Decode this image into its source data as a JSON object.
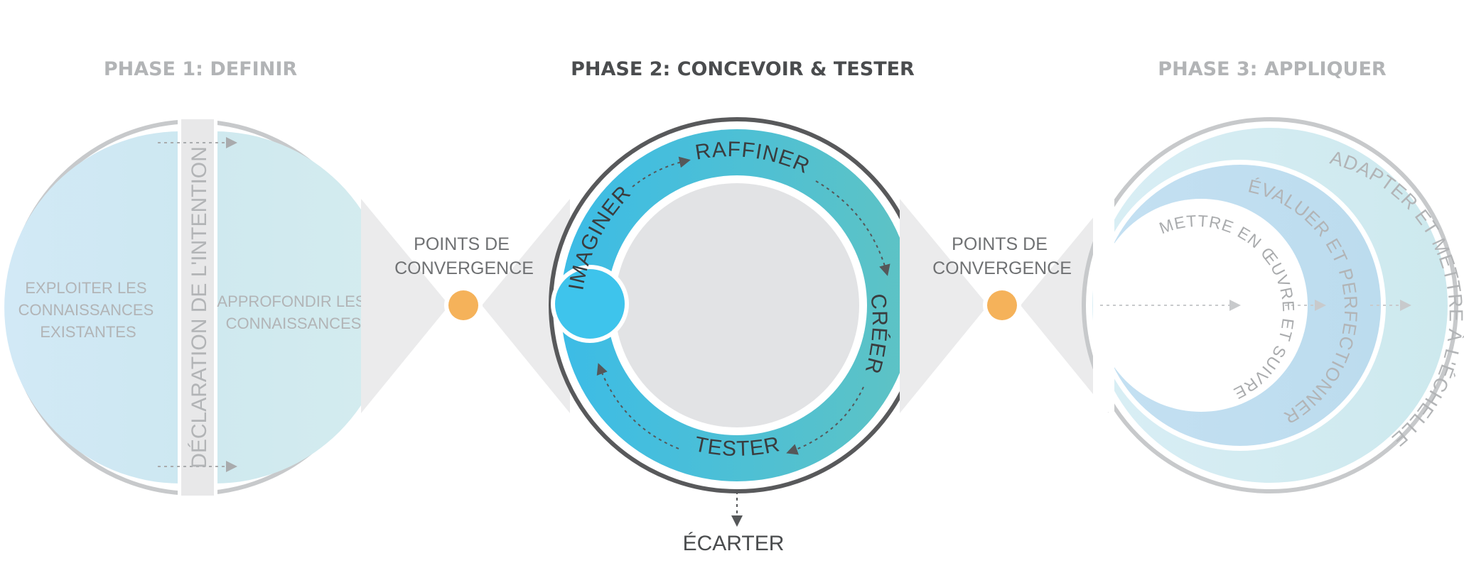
{
  "phases": [
    {
      "title": "PHASE 1: DEFINIR"
    },
    {
      "title": "PHASE 2: CONCEVOIR & TESTER"
    },
    {
      "title": "PHASE 3: APPLIQUER"
    }
  ],
  "phase1": {
    "left_text": [
      "EXPLOITER LES",
      "CONNAISSANCES",
      "EXISTANTES"
    ],
    "right_text": [
      "APPROFONDIR LES",
      "CONNAISSANCES"
    ],
    "bar_label": "DÉCLARATION DE L'INTENTION"
  },
  "convergence": [
    "POINTS DE",
    "CONVERGENCE"
  ],
  "phase2": {
    "cycle": {
      "imagine": "IMAGINER",
      "refine": "RAFFINER",
      "create": "CRÉER",
      "test": "TESTER"
    },
    "discard": "ÉCARTER"
  },
  "phase3": {
    "outer": "ADAPTER ET METTRE À L'ÉCHELLE",
    "middle": "ÉVALUER ET PERFECTIONNER",
    "inner": "METTRE EN ŒUVRE ET SUIVRE"
  },
  "colors": {
    "muted_gray": "#b2b4b6",
    "dark_gray": "#4a4c4e",
    "teal": "#3fb8d6",
    "orange": "#f5b25a",
    "light_blue": "#cfe8f3"
  }
}
